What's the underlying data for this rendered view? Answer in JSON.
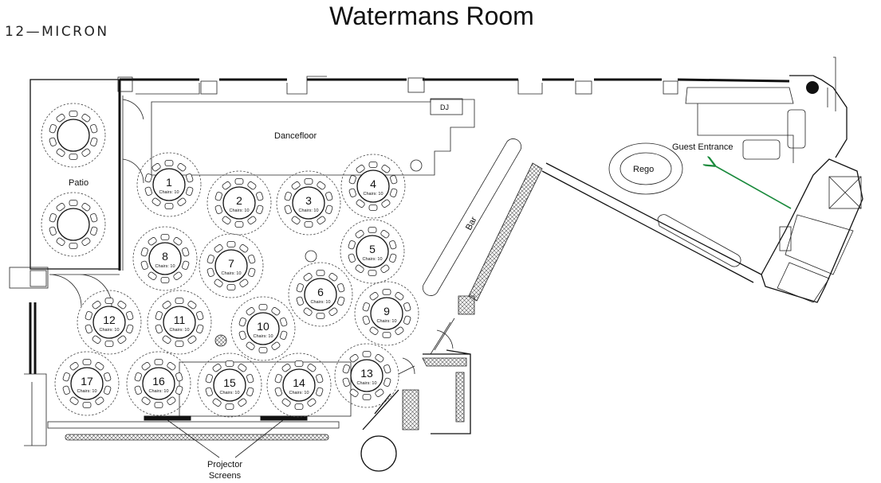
{
  "brand": "12—MICRON",
  "title": "Watermans Room",
  "labels": {
    "patio": "Patio",
    "dancefloor": "Dancefloor",
    "dj": "DJ",
    "bar": "Bar",
    "rego": "Rego",
    "guest_entrance": "Guest Entrance",
    "projector_line1": "Projector",
    "projector_line2": "Screens"
  },
  "colors": {
    "entrance_arrow": "#1a8a3c"
  },
  "tables": [
    {
      "num": "1",
      "chairs": "Chairs: 10"
    },
    {
      "num": "2",
      "chairs": "Chairs: 10"
    },
    {
      "num": "3",
      "chairs": "Chairs: 10"
    },
    {
      "num": "4",
      "chairs": "Chairs: 10"
    },
    {
      "num": "5",
      "chairs": "Chairs: 10"
    },
    {
      "num": "6",
      "chairs": "Chairs: 10"
    },
    {
      "num": "7",
      "chairs": "Chairs: 10"
    },
    {
      "num": "8",
      "chairs": "Chairs: 10"
    },
    {
      "num": "9",
      "chairs": "Chairs: 10"
    },
    {
      "num": "10",
      "chairs": "Chairs: 10"
    },
    {
      "num": "11",
      "chairs": "Chairs: 10"
    },
    {
      "num": "12",
      "chairs": "Chairs: 10"
    },
    {
      "num": "13",
      "chairs": "Chairs: 10"
    },
    {
      "num": "14",
      "chairs": "Chairs: 10"
    },
    {
      "num": "15",
      "chairs": "Chairs: 10"
    },
    {
      "num": "16",
      "chairs": "Chairs: 10"
    },
    {
      "num": "17",
      "chairs": "Chairs: 10"
    }
  ]
}
